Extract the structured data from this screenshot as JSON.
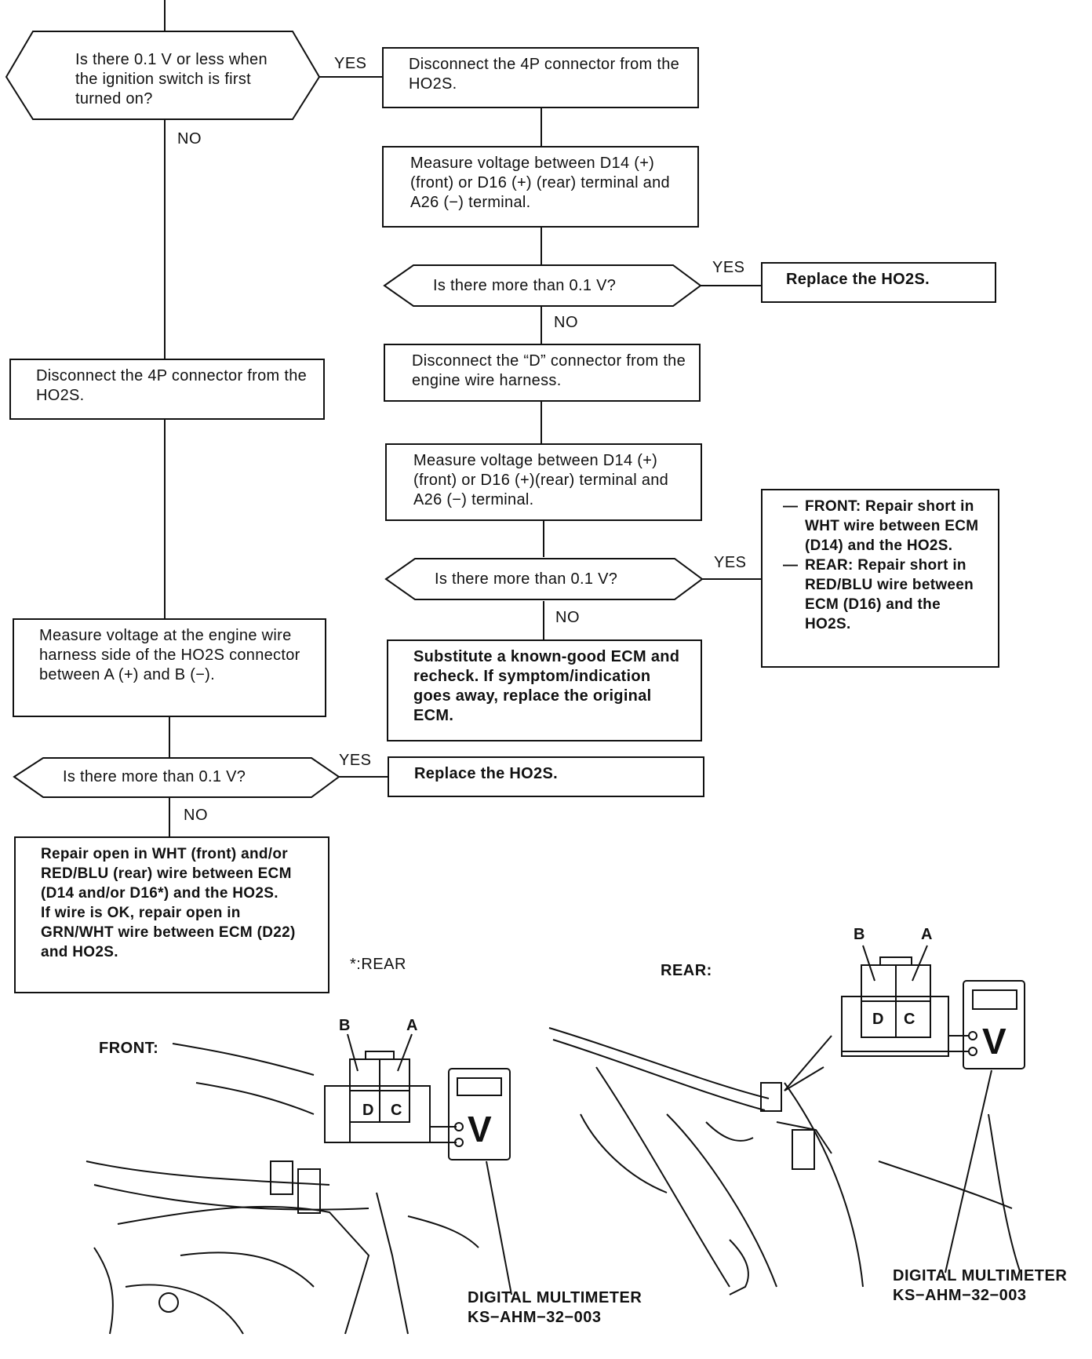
{
  "flowchart": {
    "q1": "Is there 0.1 V or less when the ignition switch is first turned on?",
    "q2": "Is there more than 0.1 V?",
    "q3": "Is there more than 0.1 V?",
    "q4": "Is there more than 0.1 V?",
    "yes": "YES",
    "no": "NO",
    "disconnect_4p_right": "Disconnect the 4P connector from the HO2S.",
    "measure_1": "Measure voltage between D14 (+) (front) or D16 (+) (rear) terminal and A26 (−) terminal.",
    "replace_1": "Replace the HO2S.",
    "disconnect_d": "Disconnect the “D” connector from the engine wire harness.",
    "measure_2": "Measure voltage between D14 (+) (front) or D16 (+)(rear) terminal and A26 (−) terminal.",
    "repair_short_front": "FRONT: Repair short in WHT wire between ECM (D14) and the HO2S.",
    "repair_short_rear": "REAR: Repair short in RED/BLU wire between ECM (D16) and the HO2S.",
    "substitute": "Substitute a known-good ECM and recheck. If symptom/indication goes away, replace the original ECM.",
    "disconnect_4p_left": "Disconnect the 4P connector from the HO2S.",
    "measure_3": "Measure voltage at the engine wire harness side of the HO2S connector between A (+) and B (−).",
    "replace_2": "Replace the HO2S.",
    "repair_open_1": "Repair open in WHT (front) and/or RED/BLU (rear) wire between ECM (D14 and/or D16*) and the HO2S.",
    "repair_open_2": "If wire is OK, repair open in GRN/WHT wire between ECM (D22) and HO2S.",
    "footnote": "*:REAR"
  },
  "illustrations": {
    "front_label": "FRONT:",
    "rear_label": "REAR:",
    "pin_b": "B",
    "pin_a": "A",
    "pin_d": "D",
    "pin_c": "C",
    "meter_symbol": "V",
    "meter_name": "DIGITAL MULTIMETER",
    "meter_part": "KS−AHM−32−003"
  }
}
